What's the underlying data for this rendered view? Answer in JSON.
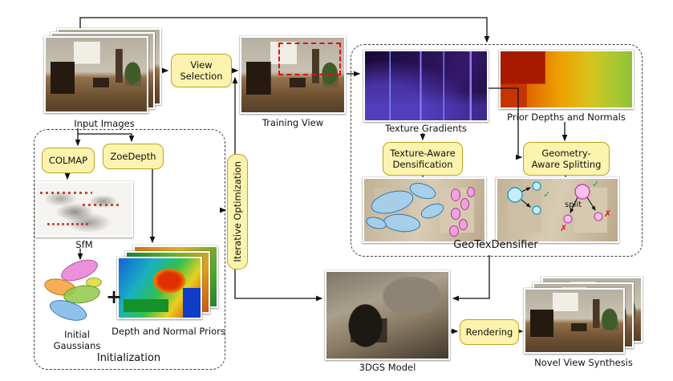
{
  "theme": {
    "module_box_fill": "#fbf3ae",
    "module_box_border": "#bda422",
    "arrow_color": "#111111",
    "dashed_group_border": "#3c3c3c",
    "roi_highlight": "#e01010",
    "check_color": "#1fa32b",
    "cross_color": "#e01212"
  },
  "nodes": {
    "input_images": {
      "label": "Input Images"
    },
    "view_selection": {
      "label": "View\nSelection"
    },
    "training_view": {
      "label": "Training View"
    },
    "iterative_optimization": {
      "label": "Iterative Optimization"
    },
    "geotexdensifier": {
      "title": "GeoTexDensifier",
      "texture_gradients": {
        "label": "Texture Gradients"
      },
      "prior_depths": {
        "label": "Prior Depths and Normals"
      },
      "texture_aware_densification": {
        "label": "Texture-Aware\nDensification"
      },
      "geometry_aware_splitting": {
        "label": "Geometry-\nAware Splitting"
      },
      "split_annotation": "split",
      "check_glyph": "✓",
      "cross_glyph": "✗"
    },
    "initialization": {
      "title": "Initialization",
      "colmap": {
        "label": "COLMAP"
      },
      "zoedepth": {
        "label": "ZoeDepth"
      },
      "sfm": {
        "label": "SfM"
      },
      "initial_gaussians": {
        "label": "Initial\nGaussians"
      },
      "plus_sign": "+",
      "depth_priors": {
        "label": "Depth and Normal Priors"
      }
    },
    "output": {
      "model_3dgs": {
        "label": "3DGS Model"
      },
      "rendering": {
        "label": "Rendering"
      },
      "novel_view_synthesis": {
        "label": "Novel View Synthesis"
      }
    }
  }
}
